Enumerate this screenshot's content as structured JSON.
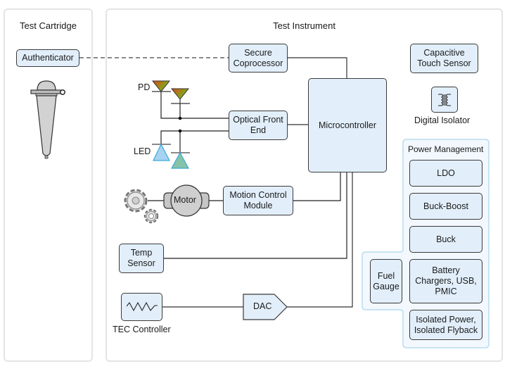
{
  "panels": {
    "cartridge": {
      "title": "Test Cartridge"
    },
    "instrument": {
      "title": "Test Instrument"
    }
  },
  "cartridge": {
    "authenticator": "Authenticator",
    "tube_icon": "sample-tube-icon"
  },
  "instrument": {
    "secure_coprocessor": "Secure\nCoprocessor",
    "microcontroller": "Microcontroller",
    "optical_front_end": "Optical Front\nEnd",
    "pd_label": "PD",
    "led_label": "LED",
    "motor": "Motor",
    "motion_control": "Motion Control\nModule",
    "temp_sensor": "Temp\nSensor",
    "tec_controller": "TEC Controller",
    "dac": "DAC",
    "capacitive_touch": "Capacitive\nTouch Sensor",
    "digital_isolator": "Digital Isolator"
  },
  "power_management": {
    "title": "Power Management",
    "items": [
      "LDO",
      "Buck-Boost",
      "Buck",
      "Battery\nChargers, USB,\nPMIC",
      "Isolated Power,\nIsolated Flyback"
    ],
    "fuel_gauge": "Fuel\nGauge"
  },
  "colors": {
    "block_fill": "#e2effb",
    "block_stroke": "#3a3a3a",
    "pm_fill": "#f2f8fd",
    "pm_stroke": "#b9dcef",
    "led1": "#a7d3f2",
    "led2": "#86c2a8",
    "led_stroke": "#3aa9d8",
    "pd_top": "#d9471b",
    "pd_bottom": "#6cc31a"
  }
}
